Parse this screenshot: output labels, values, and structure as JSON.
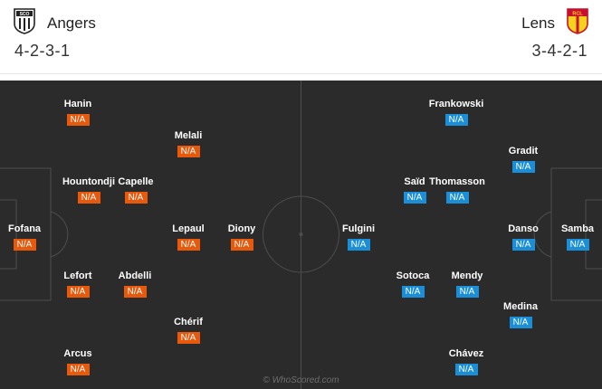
{
  "home": {
    "name": "Angers",
    "formation": "4-2-3-1",
    "crest_text": "SCO",
    "color": "#e8590c",
    "players": [
      {
        "name": "Fofana",
        "rating": "N/A"
      },
      {
        "name": "Hanin",
        "rating": "N/A"
      },
      {
        "name": "Hountondji",
        "rating": "N/A"
      },
      {
        "name": "Lefort",
        "rating": "N/A"
      },
      {
        "name": "Arcus",
        "rating": "N/A"
      },
      {
        "name": "Capelle",
        "rating": "N/A"
      },
      {
        "name": "Abdelli",
        "rating": "N/A"
      },
      {
        "name": "Melali",
        "rating": "N/A"
      },
      {
        "name": "Lepaul",
        "rating": "N/A"
      },
      {
        "name": "Chérif",
        "rating": "N/A"
      },
      {
        "name": "Diony",
        "rating": "N/A"
      }
    ]
  },
  "away": {
    "name": "Lens",
    "formation": "3-4-2-1",
    "crest_text": "RCL",
    "color": "#1a8fd8",
    "players": [
      {
        "name": "Samba",
        "rating": "N/A"
      },
      {
        "name": "Gradit",
        "rating": "N/A"
      },
      {
        "name": "Danso",
        "rating": "N/A"
      },
      {
        "name": "Medina",
        "rating": "N/A"
      },
      {
        "name": "Frankowski",
        "rating": "N/A"
      },
      {
        "name": "Thomasson",
        "rating": "N/A"
      },
      {
        "name": "Mendy",
        "rating": "N/A"
      },
      {
        "name": "Chávez",
        "rating": "N/A"
      },
      {
        "name": "Saïd",
        "rating": "N/A"
      },
      {
        "name": "Sotoca",
        "rating": "N/A"
      },
      {
        "name": "Fulgini",
        "rating": "N/A"
      }
    ]
  },
  "watermark": "© WhoScored.com"
}
